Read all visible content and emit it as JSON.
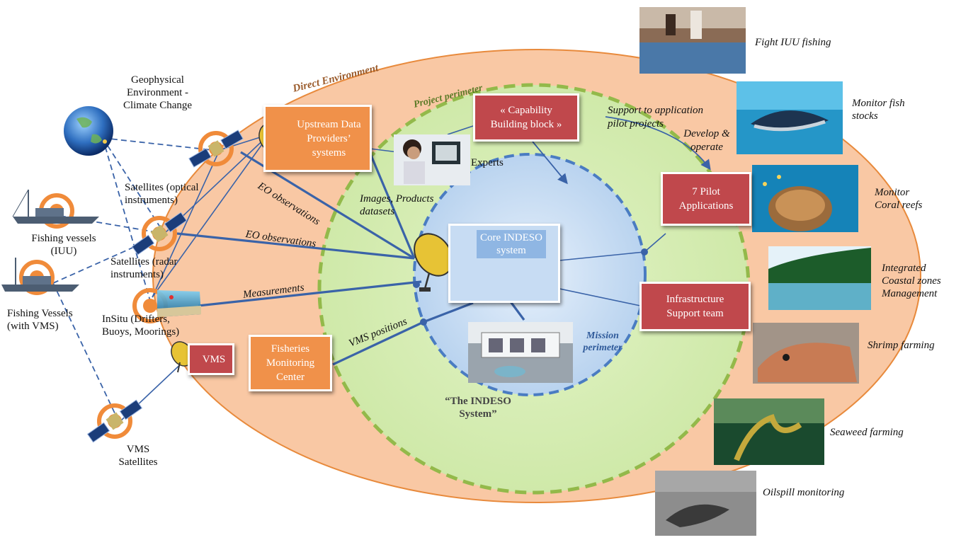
{
  "regions": {
    "direct_environment": "Direct Environment",
    "project_perimeter": "Project perimeter",
    "mission_perimeter": "Mission perimeter",
    "indeso_system": "“The INDESO System”"
  },
  "boxes": {
    "upstream": "Upstream Data Providers’ systems",
    "capability": "« Capability Building block »",
    "pilot": "7 Pilot Applications",
    "infrastructure": "Infrastructure Support  team",
    "fisheries": "Fisheries Monitoring Center",
    "vms": "VMS",
    "core": "Core INDESO system"
  },
  "left_labels": {
    "geophysical": "Geophysical Environment - Climate Change",
    "sat_optical": "Satellites (optical instruments)",
    "fishing_iuu": "Fishing vessels (IUU)",
    "sat_radar": "Satellites (radar instruments)",
    "fishing_vms": "Fishing Vessels (with VMS)",
    "insitu": "InSitu (Drifters, Buoys, Moorings)",
    "vms_sats": "VMS Satellites"
  },
  "links": {
    "eo1": "EO observations",
    "eo2": "EO observations",
    "measurements": "Measurements",
    "vms_positions": "VMS positions",
    "images": "Images, Products datasets",
    "experts": "Experts",
    "support": "Support to application pilot projects",
    "develop": "Develop & operate"
  },
  "applications": [
    "Fight IUU fishing",
    "Monitor fish stocks",
    "Monitor Coral reefs",
    "Integrated Coastal zones Management",
    "Shrimp farming",
    "Seaweed farming",
    "Oilspill monitoring"
  ],
  "colors": {
    "outer_ellipse": "#f9c8a4",
    "project_circle": "#d5edb0",
    "mission_circle": "#c3dbf2",
    "orange_box": "#f0914a",
    "red_box": "#c0484c",
    "link_blue": "#3a63a8"
  }
}
